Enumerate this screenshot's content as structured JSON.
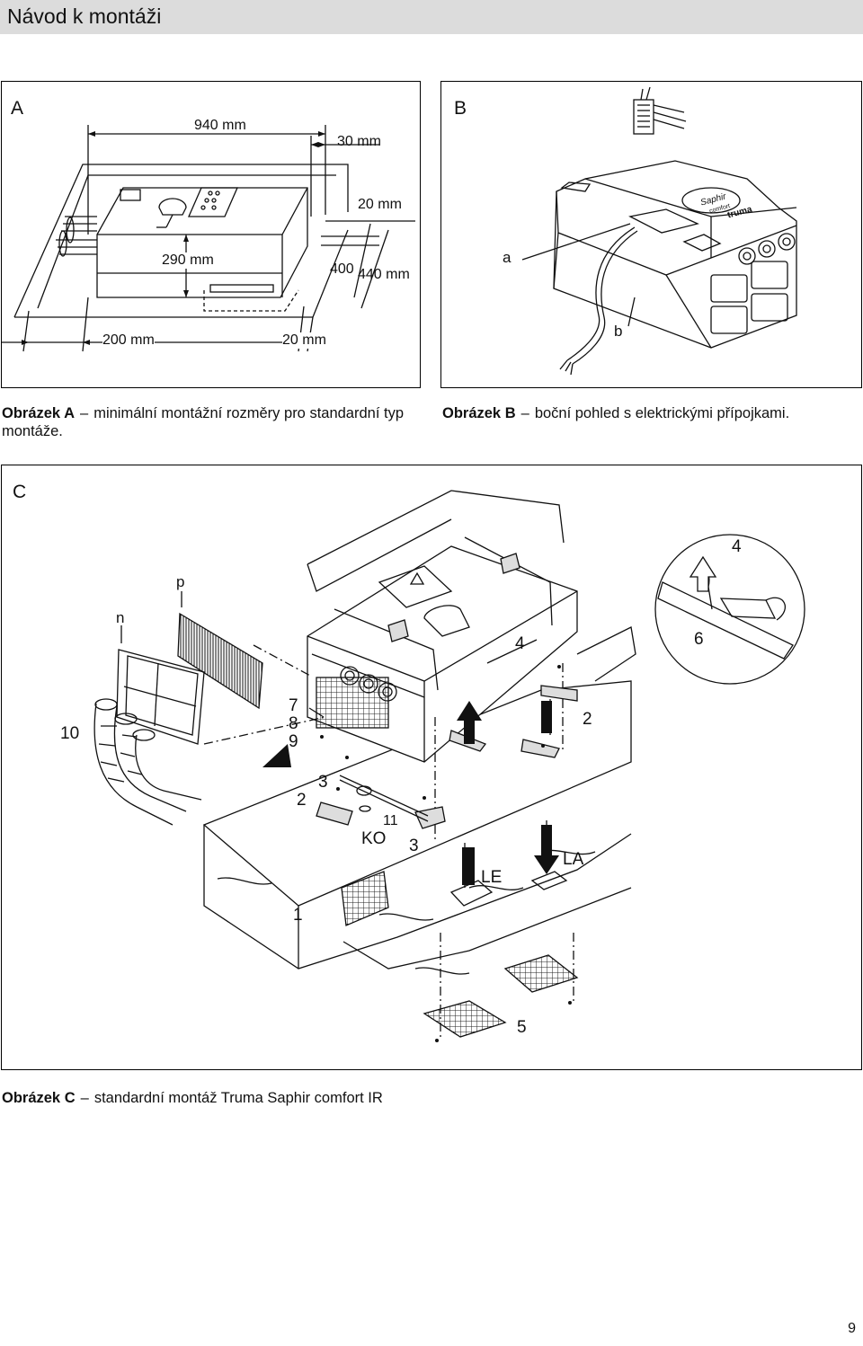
{
  "header": {
    "title": "Návod k montáži"
  },
  "figure_a": {
    "letter": "A",
    "dimensions": {
      "d940": "940 mm",
      "d30": "30 mm",
      "d20_top": "20 mm",
      "d290": "290 mm",
      "d400": "400",
      "d440": "440 mm",
      "d200": "200 mm",
      "d20_bottom": "20 mm"
    }
  },
  "figure_b": {
    "letter": "B",
    "labels": {
      "a": "a",
      "b": "b"
    },
    "logo": {
      "brand": "truma",
      "product": "Saphir",
      "sub": "comfort"
    }
  },
  "captions": {
    "a": {
      "prefix": "Obrázek A",
      "text": "minimální montážní rozměry pro standardní typ montáže."
    },
    "b": {
      "prefix": "Obrázek B",
      "text": "boční pohled s elektrickými přípojkami."
    },
    "c": {
      "prefix": "Obrázek C",
      "text": "standardní montáž Truma Saphir comfort IR"
    }
  },
  "figure_c": {
    "letter": "C",
    "labels": {
      "p": "p",
      "n": "n",
      "n4_top": "4",
      "n4_mid": "4",
      "n6": "6",
      "n10": "10",
      "n7": "7",
      "n8": "8",
      "n9": "9",
      "n2_right": "2",
      "n3_a": "3",
      "n2_left": "2",
      "n11": "11",
      "ko": "KO",
      "n3_b": "3",
      "le": "LE",
      "la": "LA",
      "n1": "1",
      "n5": "5"
    }
  },
  "page": {
    "number": "9"
  }
}
